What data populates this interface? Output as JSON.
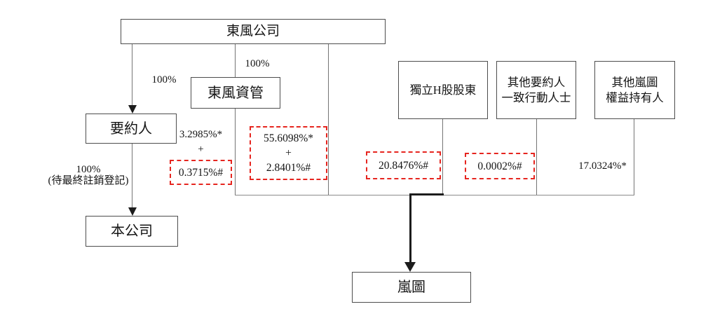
{
  "diagram_type": "shareholding-structure-flowchart",
  "colors": {
    "highlight_red": "#e6251f",
    "box_border": "#4d4d4d",
    "thin_line": "#757575",
    "thick_arrow": "#1c1c1c",
    "text": "#141414",
    "background": "#ffffff"
  },
  "nodes": {
    "dongfeng_company": "東風公司",
    "dongfeng_zichan": "東風資管",
    "offeror": "要約人",
    "the_company": "本公司",
    "independent_h_shareholders": "獨立H股股東",
    "concert_parties": {
      "line1": "其他要約人",
      "line2": "一致行動人士"
    },
    "other_lantu_holders": {
      "line1": "其他嵐圖",
      "line2": "權益持有人"
    },
    "lantu": "嵐圖"
  },
  "edges": {
    "dongfeng_to_offeror_pct": "100%",
    "dongfeng_to_dfzg_pct": "100%",
    "offeror_to_company_pct": "100%",
    "offeror_to_company_note": "(待最終註銷登記)",
    "offeror_stake_plain": "3.2985%*",
    "offeror_stake_plus": "+",
    "offeror_stake_boxed": "0.3715%#",
    "dfzg_stake_line1": "55.6098%*",
    "dfzg_stake_plus": "+",
    "dfzg_stake_line2": "2.8401%#",
    "h_shareholders_stake": "20.8476%#",
    "concert_parties_stake": "0.0002%#",
    "other_holders_stake": "17.0324%*"
  }
}
